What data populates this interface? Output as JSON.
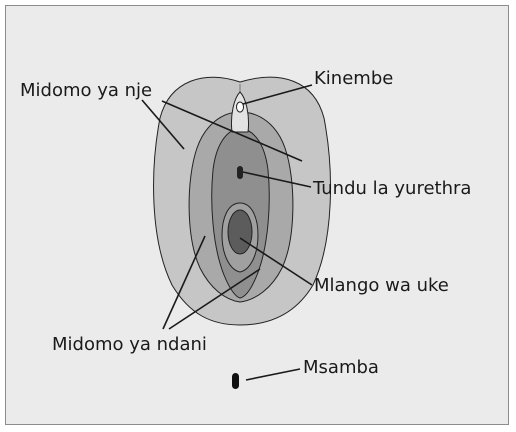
{
  "labels": {
    "outer_lips": "Midomo ya nje",
    "clitoris": "Kinembe",
    "urethral_opening": "Tundu la yurethra",
    "vaginal_opening": "Mlango wa uke",
    "inner_lips": "Midomo ya ndani",
    "anus": "Msamba"
  },
  "colors": {
    "background": "#ebebeb",
    "outer_tissue": "#c6c6c6",
    "mid_tissue": "#a9a9a9",
    "inner_tissue": "#8f8f8f",
    "opening": "#5c5c5c",
    "outline": "#222222"
  }
}
